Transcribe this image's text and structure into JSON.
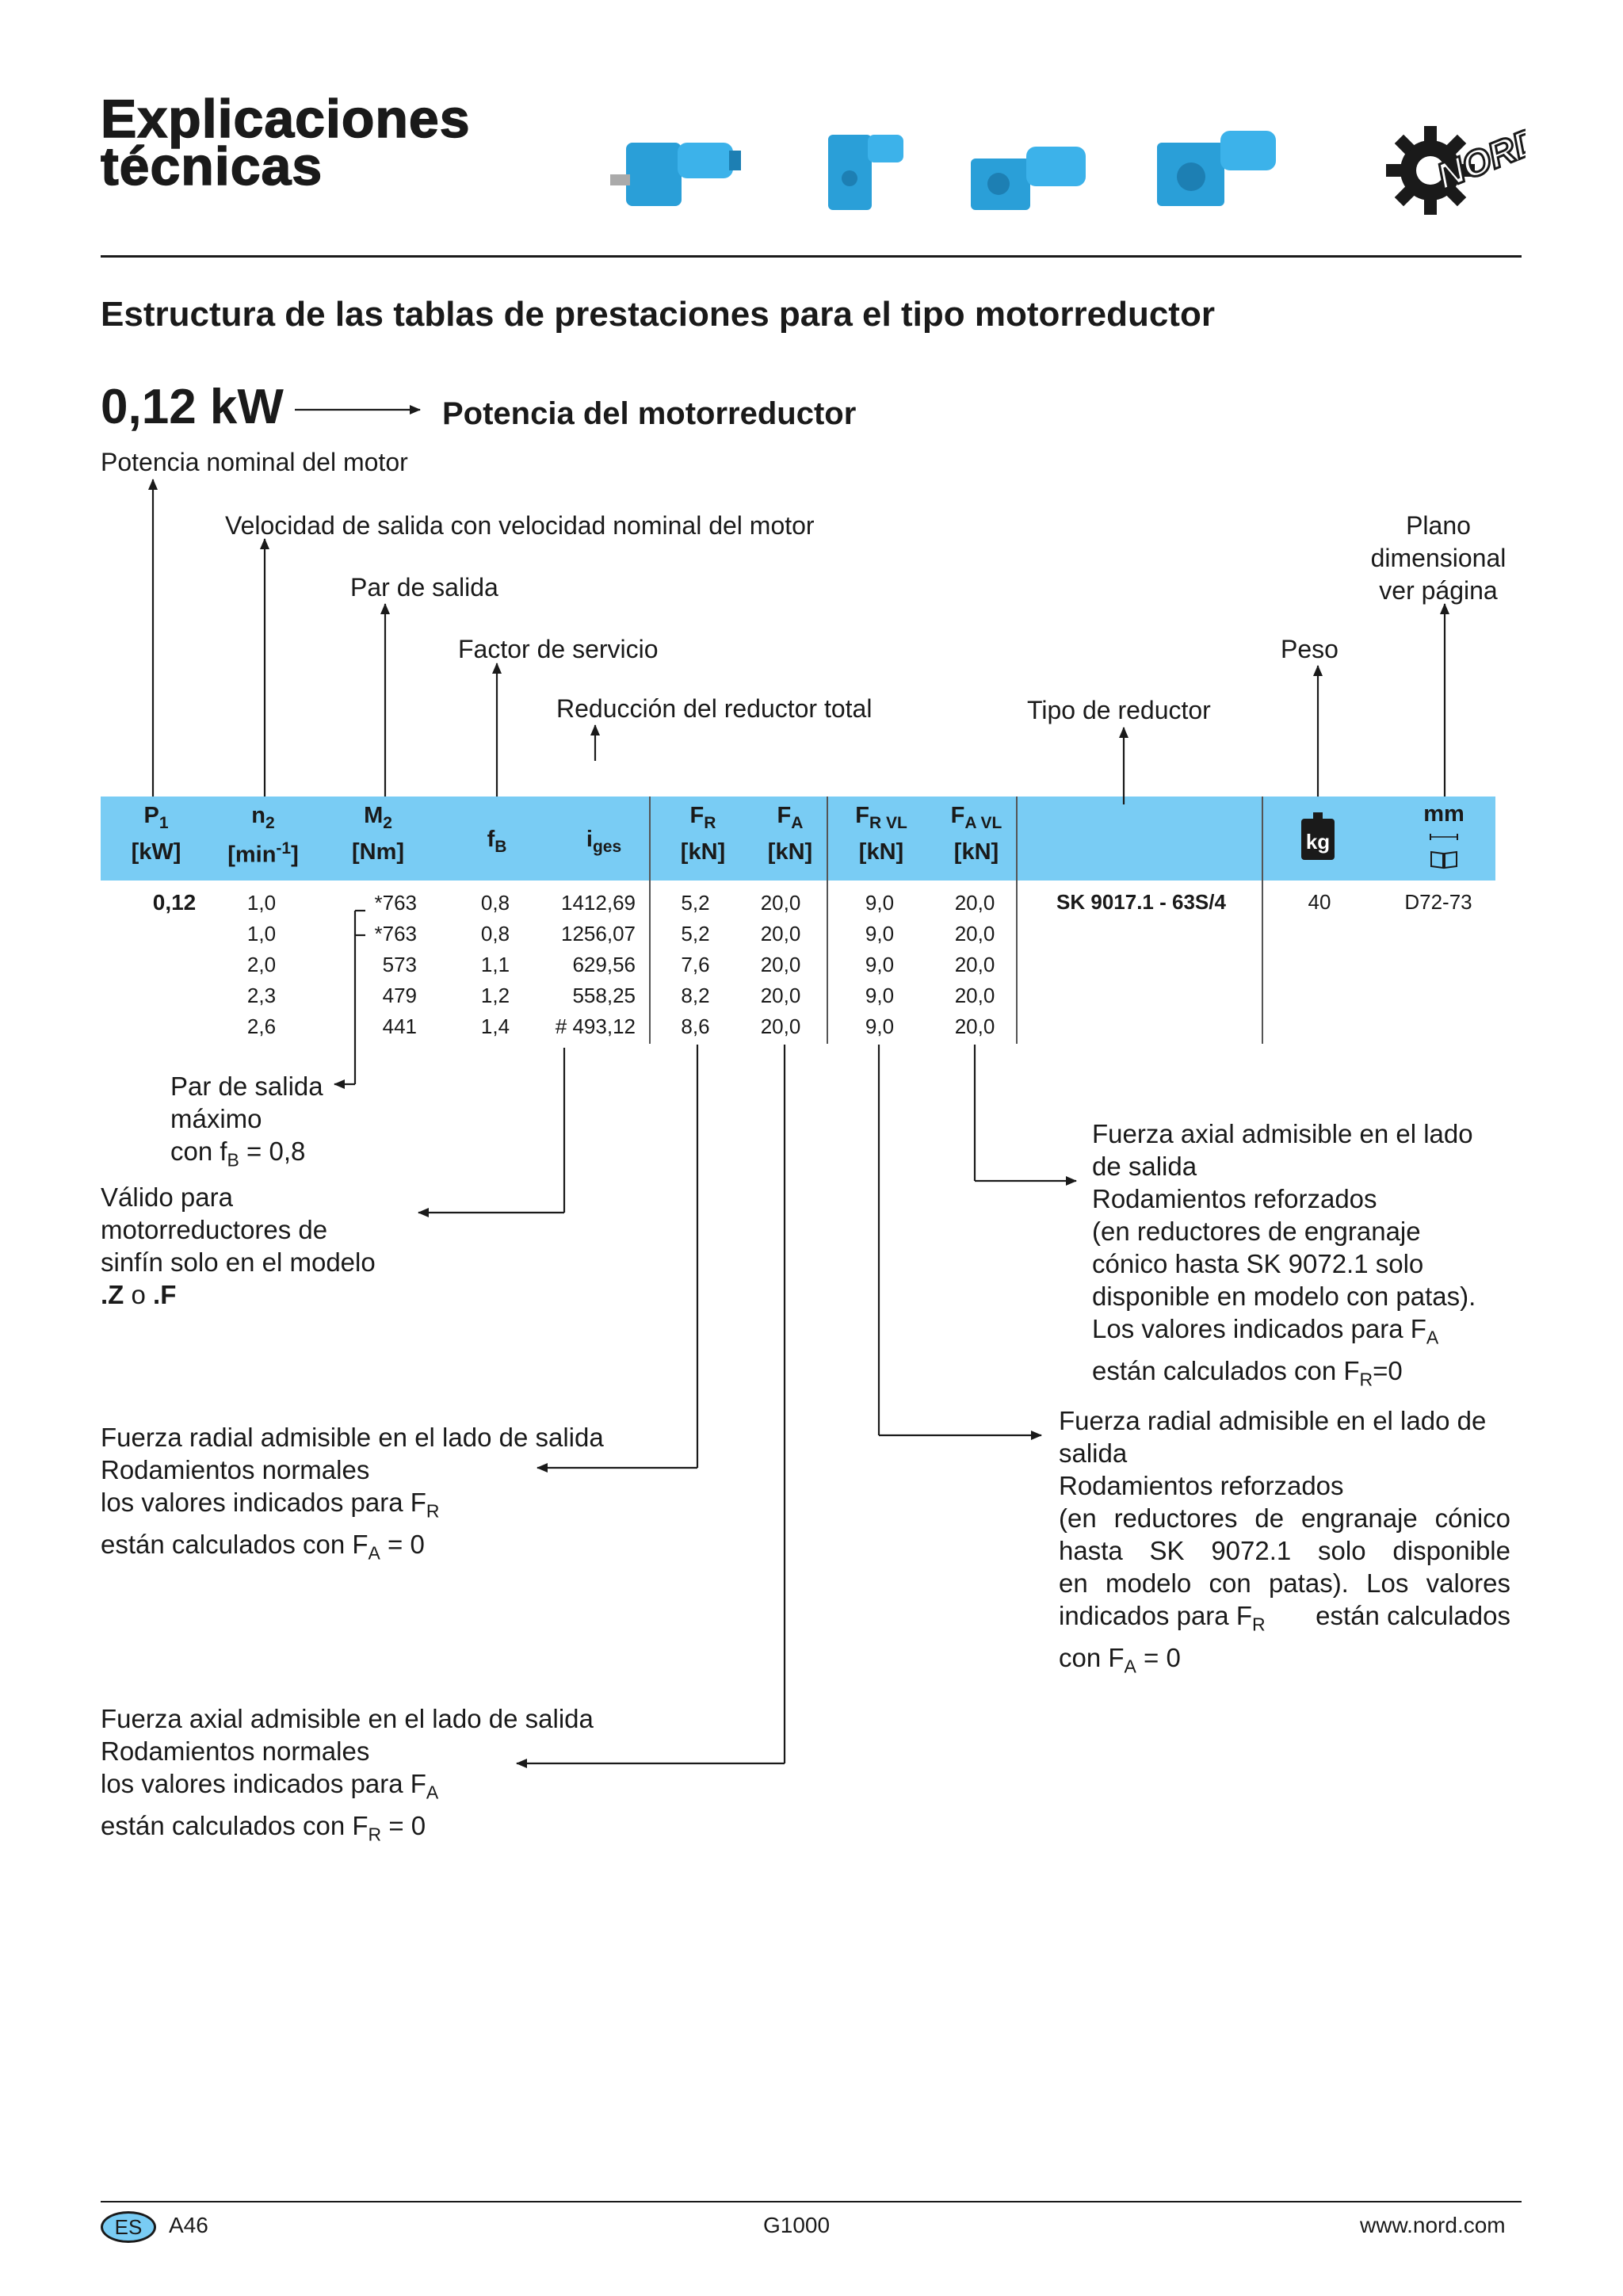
{
  "header": {
    "title_line1": "Explicaciones",
    "title_line2": "técnicas",
    "product_images": [
      "gear-motor-helical",
      "gear-motor-flat",
      "gear-motor-bevel",
      "gear-motor-worm"
    ],
    "logo_text": "NORD"
  },
  "section_title": "Estructura de las tablas de prestaciones para el tipo motorreductor",
  "power": {
    "value": "0,12 kW",
    "label": "Potencia del motorreductor"
  },
  "labels": {
    "motor_power": "Potencia nominal del motor",
    "output_speed": "Velocidad de salida con velocidad nominal del motor",
    "output_torque": "Par de salida",
    "service_factor": "Factor de servicio",
    "total_ratio": "Reducción del reductor total",
    "gear_type": "Tipo de reductor",
    "weight": "Peso",
    "drawing_line1": "Plano",
    "drawing_line2": "dimensional",
    "drawing_line3": "ver página"
  },
  "table": {
    "headers": {
      "p1": {
        "main": "P",
        "sub": "1",
        "unit": "[kW]"
      },
      "n2": {
        "main": "n",
        "sub": "2",
        "unit_main": "[min",
        "unit_sup": "-1",
        "unit_end": "]"
      },
      "m2": {
        "main": "M",
        "sub": "2",
        "unit": "[Nm]"
      },
      "fb": {
        "main": "f",
        "sub": "B"
      },
      "iges": {
        "main": "i",
        "sub": "ges"
      },
      "fr": {
        "main": "F",
        "sub": "R",
        "unit": "[kN]"
      },
      "fa": {
        "main": "F",
        "sub": "A",
        "unit": "[kN]"
      },
      "frvl": {
        "main": "F",
        "sub": "R VL",
        "unit": "[kN]"
      },
      "favl": {
        "main": "F",
        "sub": "A VL",
        "unit": "[kN]"
      },
      "weight_icon": "kg",
      "mm": "mm"
    },
    "p1": "0,12",
    "rows": [
      {
        "n2": "1,0",
        "m2": "*763",
        "fb": "0,8",
        "iges": "1412,69",
        "fr": "5,2",
        "fa": "20,0",
        "frvl": "9,0",
        "favl": "20,0"
      },
      {
        "n2": "1,0",
        "m2": "*763",
        "fb": "0,8",
        "iges": "1256,07",
        "fr": "5,2",
        "fa": "20,0",
        "frvl": "9,0",
        "favl": "20,0"
      },
      {
        "n2": "2,0",
        "m2": "573",
        "fb": "1,1",
        "iges": "629,56",
        "fr": "7,6",
        "fa": "20,0",
        "frvl": "9,0",
        "favl": "20,0"
      },
      {
        "n2": "2,3",
        "m2": "479",
        "fb": "1,2",
        "iges": "558,25",
        "fr": "8,2",
        "fa": "20,0",
        "frvl": "9,0",
        "favl": "20,0"
      },
      {
        "n2": "2,6",
        "m2": "441",
        "fb": "1,4",
        "iges": "# 493,12",
        "fr": "8,6",
        "fa": "20,0",
        "frvl": "9,0",
        "favl": "20,0"
      }
    ],
    "gear_type": "SK 9017.1 - 63S/4",
    "weight": "40",
    "drawing": "D72-73"
  },
  "notes": {
    "max_torque": {
      "l1": "Par de salida",
      "l2": "máximo",
      "l3_pre": "con f",
      "l3_sub": "B",
      "l3_post": " = 0,8"
    },
    "worm": {
      "l1": "Válido para",
      "l2": "motorreductores de",
      "l3": "sinfín solo en el modelo",
      "l4_a": ".Z",
      "l4_b": " o ",
      "l4_c": ".F"
    },
    "radial_normal": {
      "l1": "Fuerza radial admisible en el lado de salida",
      "l2": "Rodamientos normales",
      "l3_pre": "los valores indicados para F",
      "l3_sub": "R",
      "l4_pre": "están calculados con F",
      "l4_sub": "A",
      "l4_post": " = 0"
    },
    "axial_normal": {
      "l1": "Fuerza axial admisible en el lado de salida",
      "l2": "Rodamientos normales",
      "l3_pre": "los valores indicados para F",
      "l3_sub": "A",
      "l4_pre": "están calculados con F",
      "l4_sub": "R",
      "l4_post": " = 0"
    },
    "axial_reinforced": {
      "l1": "Fuerza axial admisible en el lado",
      "l2": "de salida",
      "l3": "Rodamientos reforzados",
      "l4": "(en reductores de engranaje",
      "l5": "cónico hasta SK 9072.1 solo",
      "l6": "disponible en modelo con patas).",
      "l7_pre": "Los valores indicados para F",
      "l7_sub": "A",
      "l8_pre": "están calculados con  F",
      "l8_sub": "R",
      "l8_post": "=0"
    },
    "radial_reinforced": {
      "l1": "Fuerza radial admisible en el lado de",
      "l2": "salida",
      "l3": "Rodamientos reforzados",
      "l4": "(en reductores de engranaje cónico",
      "l5": "hasta SK 9072.1 solo disponible",
      "l6": "en modelo con patas). Los valores",
      "l7_pre": "indicados para F",
      "l7_sub": "R",
      "l7_post": " están calculados",
      "l8_pre": "con F",
      "l8_sub": "A",
      "l8_post": " = 0"
    }
  },
  "footer": {
    "lang": "ES",
    "page": "A46",
    "catalog": "G1000",
    "url": "www.nord.com"
  },
  "colors": {
    "accent": "#79ccf4",
    "text": "#1a1a1a",
    "product_blue": "#2a9fd8"
  }
}
